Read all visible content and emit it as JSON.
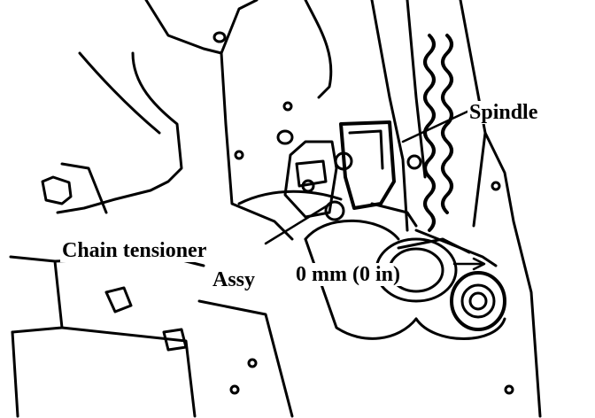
{
  "diagram": {
    "labels": {
      "spindle": "Spindle",
      "chain_tensioner": "Chain tensioner",
      "assy": "Assy",
      "clearance": "0 mm (0 in)"
    },
    "colors": {
      "ink": "#000000",
      "paper": "#ffffff"
    }
  }
}
